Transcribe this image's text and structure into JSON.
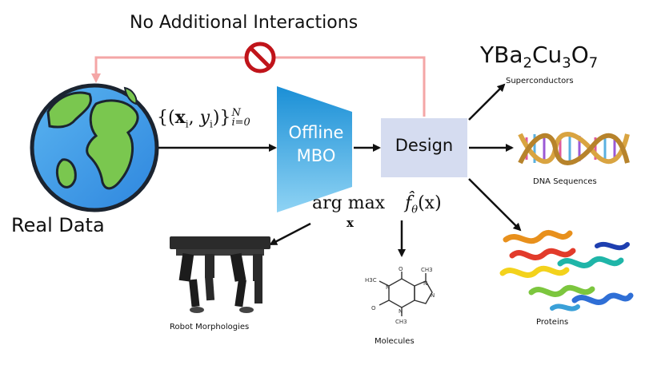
{
  "title": "No Additional Interactions",
  "source": {
    "label": "Real Data"
  },
  "dataset_expr": {
    "open": "{(",
    "x": "x",
    "i1": "i",
    "comma": ", ",
    "y": "y",
    "i2": "i",
    "close": ")}",
    "sup": "N",
    "sub": "i=0"
  },
  "optimizer": {
    "line1": "Offline",
    "line2": "MBO"
  },
  "objective": {
    "argmax": "arg max",
    "under": "x",
    "fhat": "f̂",
    "theta": "θ",
    "arg": "(x)"
  },
  "design": {
    "label": "Design"
  },
  "outputs": {
    "superconductors": {
      "formula": [
        "YBa",
        "2",
        "Cu",
        "3",
        "O",
        "7"
      ],
      "label": "Superconductors"
    },
    "dna": {
      "label": "DNA Sequences"
    },
    "proteins": {
      "label": "Proteins"
    },
    "molecules": {
      "label": "Molecules",
      "atoms": [
        "H3C",
        "CH3",
        "CH3",
        "O",
        "O",
        "N",
        "N",
        "N",
        "N"
      ]
    },
    "robots": {
      "label": "Robot Morphologies"
    }
  },
  "colors": {
    "feedback": "#f4a6a6",
    "no_sign": "#c0141a",
    "mbo_top": "#1a8fd6",
    "mbo_bottom": "#8fd3f4",
    "design_box": "#d5dcf0",
    "arrow": "#111111"
  }
}
